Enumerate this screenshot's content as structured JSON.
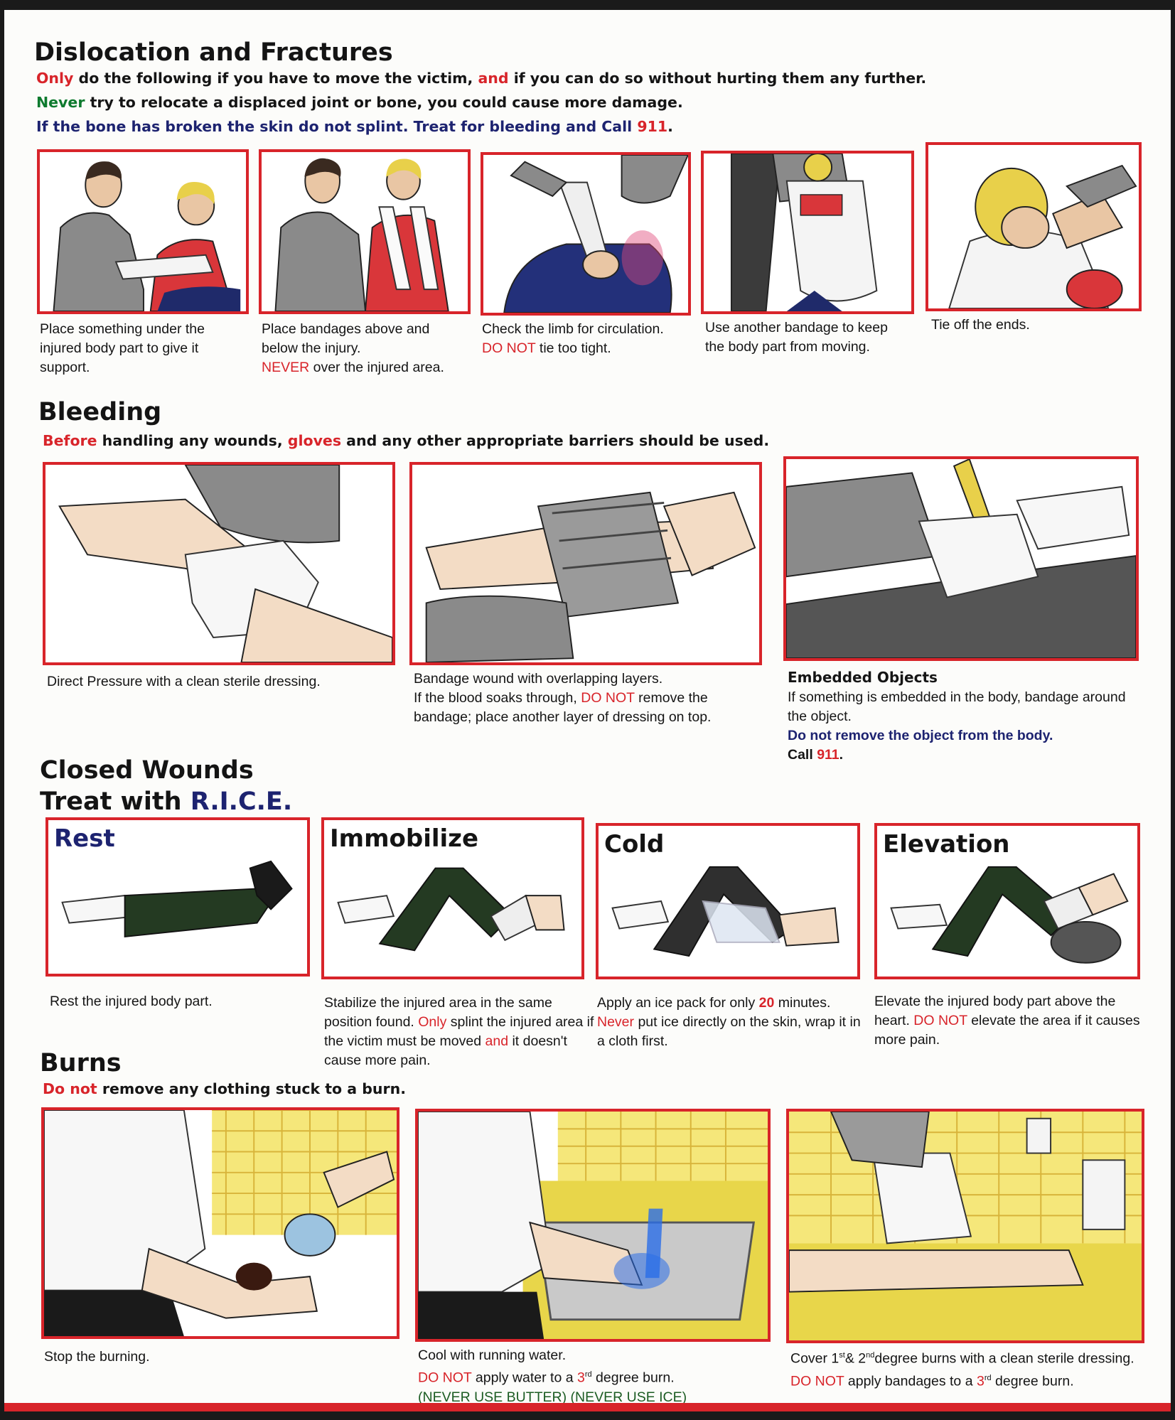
{
  "colors": {
    "accent_red": "#d8242a",
    "navy": "#1d2370",
    "green": "#0d7a2e",
    "frame_border": "#d8242a"
  },
  "dislocation": {
    "title": "Dislocation and Fractures",
    "line1": {
      "red": "Only",
      "t1": " do the following if you have to move the victim, ",
      "red2": "and",
      "t2": " if you can do so without hurting them any further."
    },
    "line2": {
      "green": "Never",
      "t1": " try to relocate a displaced joint or bone, you could cause more damage."
    },
    "line3": {
      "navy": "If the bone has broken the skin do not splint. Treat for bleeding and Call ",
      "red": "911",
      "end": "."
    },
    "steps": [
      {
        "caption": "Place something under the injured body part to give it support."
      },
      {
        "caption": "Place bandages above and below the injury.",
        "warn": "NEVER",
        "rest": " over the injured area."
      },
      {
        "caption": "Check the limb for circulation.",
        "warn": "DO NOT",
        "rest": " tie too tight."
      },
      {
        "caption": "Use another bandage to keep the body part from moving."
      },
      {
        "caption": "Tie off the ends."
      }
    ]
  },
  "bleeding": {
    "title": "Bleeding",
    "line": {
      "red": "Before",
      "t1": " handling any wounds, ",
      "red2": "gloves",
      "t2": " and any other appropriate barriers should be used."
    },
    "panels": [
      {
        "caption": "Direct Pressure with a clean sterile dressing."
      },
      {
        "caption": "Bandage wound with overlapping layers.",
        "c2a": "If the blood soaks through, ",
        "warn": "DO NOT",
        "c2b": " remove the bandage; place another layer of dressing on top."
      },
      {
        "heading": "Embedded Objects",
        "caption": "If something is embedded in the body, bandage around the object.",
        "navy": "Do not remove the object from the body.",
        "call": "Call ",
        "red": "911",
        "end": "."
      }
    ]
  },
  "closed": {
    "title1": "Closed Wounds",
    "title2a": "Treat with ",
    "title2b": "R.I.C.E.",
    "panels": [
      {
        "title": "Rest",
        "caption": "Rest the injured body part."
      },
      {
        "title": "Immobilize",
        "c1": "Stabilize the injured area in the same position found. ",
        "red": "Only",
        "c2": " splint the injured area if the victim must be moved ",
        "red2": "and",
        "c3": " it doesn't cause more pain."
      },
      {
        "title": "Cold",
        "c1": "Apply an ice pack for only ",
        "red": "20",
        "c2": " minutes.",
        "warn": "Never",
        "c3": " put ice directly on the skin, wrap it in a cloth first."
      },
      {
        "title": "Elevation",
        "c1": "Elevate the injured body part above the heart. ",
        "warn": "DO NOT",
        "c2": " elevate the area if it causes more pain."
      }
    ]
  },
  "burns": {
    "title": "Burns",
    "line": {
      "red": "Do not",
      "t1": " remove any clothing stuck to a burn."
    },
    "panels": [
      {
        "caption": "Stop the burning."
      },
      {
        "caption": "Cool with running water.",
        "warn": "DO NOT",
        "c2a": " apply water to a ",
        "red3": "3",
        "sup": "rd",
        "c2b": " degree burn.",
        "green": "(NEVER USE BUTTER) (NEVER USE ICE)"
      },
      {
        "c1": "Cover 1",
        "sup1": "st",
        "c1b": "& 2",
        "sup2": "nd",
        "c1c": "degree burns with a clean sterile dressing.",
        "warn": "DO NOT",
        "c2a": " apply bandages to a ",
        "red3": "3",
        "sup": "rd",
        "c2b": " degree burn."
      }
    ]
  }
}
